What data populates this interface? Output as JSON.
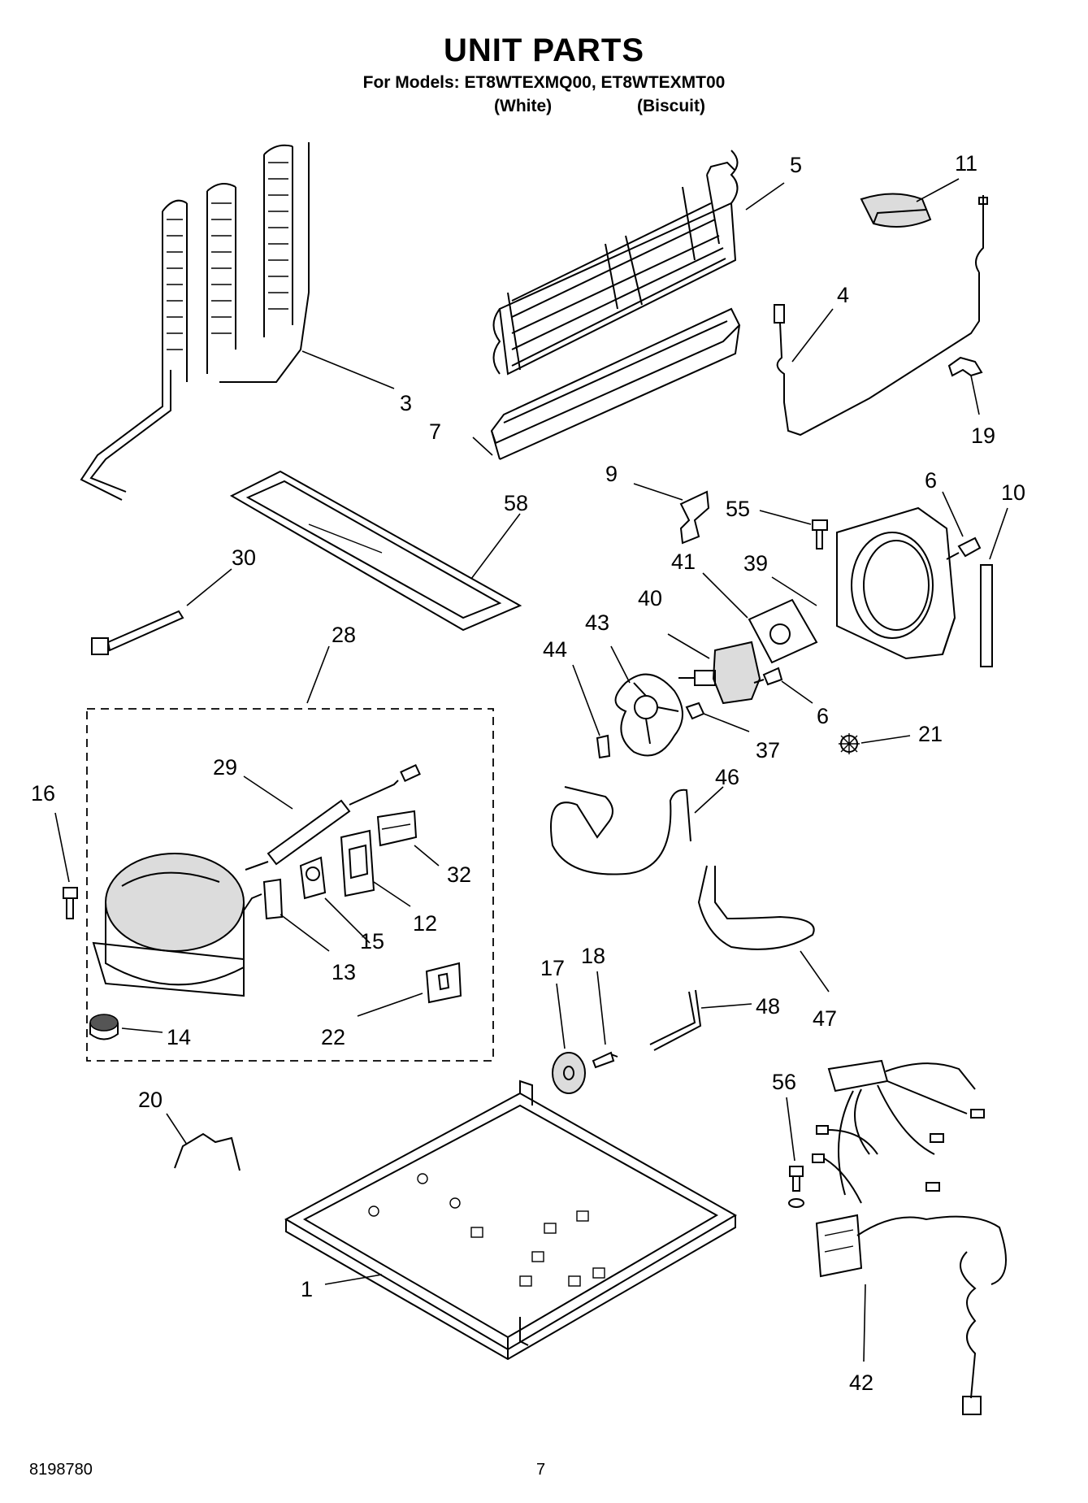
{
  "header": {
    "title": "UNIT PARTS",
    "models_line": "For Models: ET8WTEXMQ00, ET8WTEXMT00",
    "variant_white": "(White)",
    "variant_biscuit": "(Biscuit)"
  },
  "footer": {
    "doc_number": "8198780",
    "page_number": "7"
  },
  "callouts": {
    "c1": "1",
    "c3": "3",
    "c4": "4",
    "c5": "5",
    "c6a": "6",
    "c6b": "6",
    "c7": "7",
    "c9": "9",
    "c10": "10",
    "c11": "11",
    "c12": "12",
    "c13": "13",
    "c14": "14",
    "c15": "15",
    "c16": "16",
    "c17": "17",
    "c18": "18",
    "c19": "19",
    "c20": "20",
    "c21": "21",
    "c22": "22",
    "c28": "28",
    "c29": "29",
    "c30": "30",
    "c32": "32",
    "c37": "37",
    "c39": "39",
    "c40": "40",
    "c41": "41",
    "c42": "42",
    "c43": "43",
    "c44": "44",
    "c46": "46",
    "c47": "47",
    "c48": "48",
    "c55": "55",
    "c56": "56",
    "c58": "58"
  }
}
